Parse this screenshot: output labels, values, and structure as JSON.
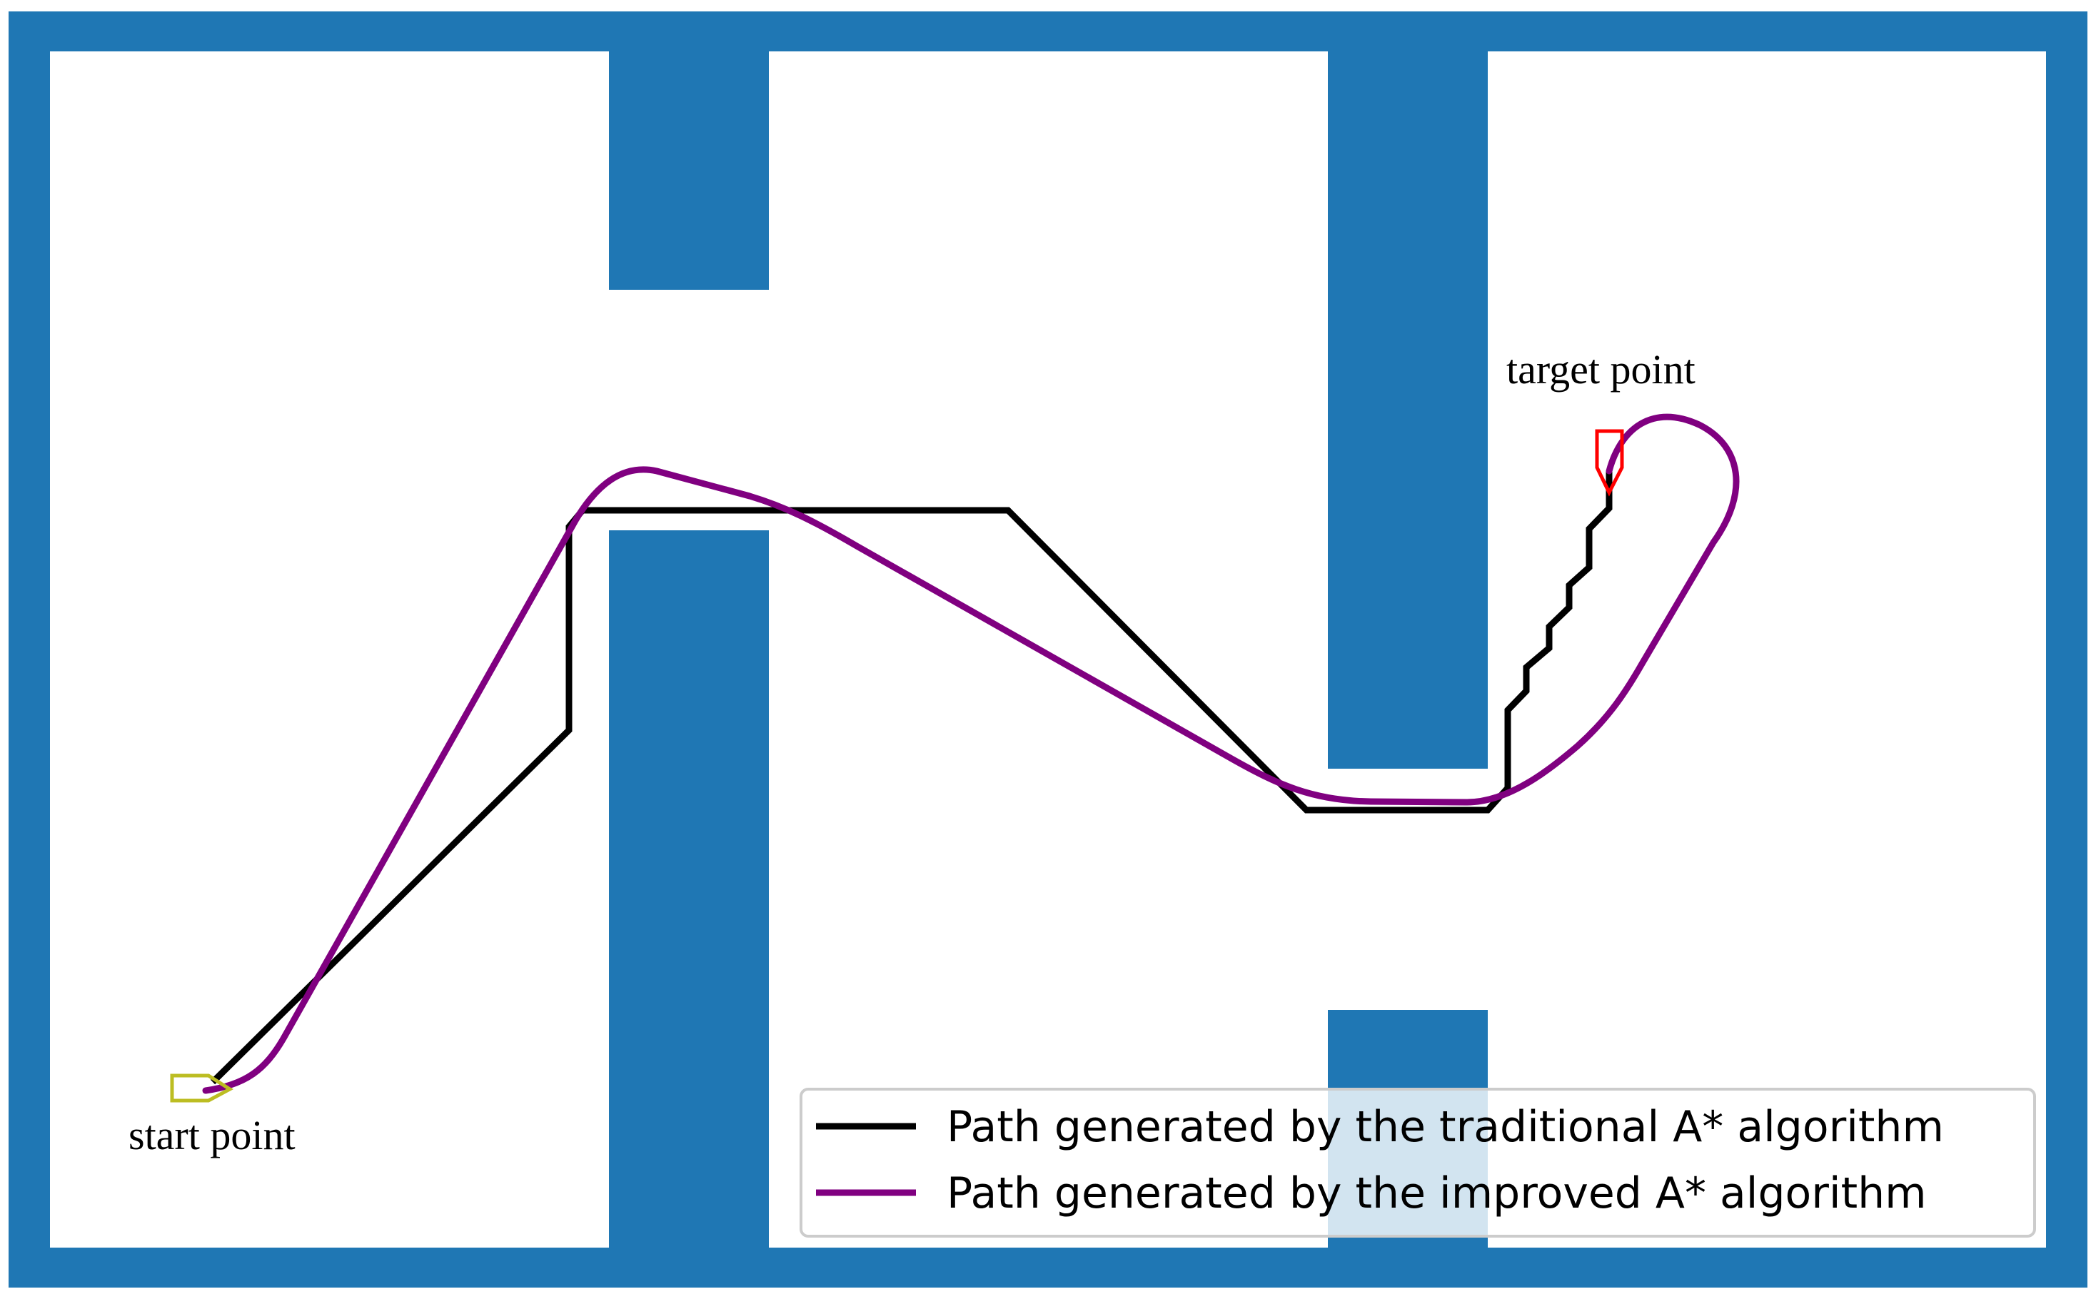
{
  "diagram": {
    "labels": {
      "start": "start point",
      "target": "target point"
    },
    "legend": [
      {
        "label": "Path generated by the traditional A* algorithm",
        "color": "#000000"
      },
      {
        "label": "Path generated by the improved A* algorithm",
        "color": "#800080"
      }
    ],
    "colors": {
      "obstacle": "#1f77b4",
      "background": "#ffffff",
      "traditional_path": "#000000",
      "improved_path": "#800080",
      "start_marker": "#bcbd22",
      "target_marker": "#ff0000"
    }
  }
}
